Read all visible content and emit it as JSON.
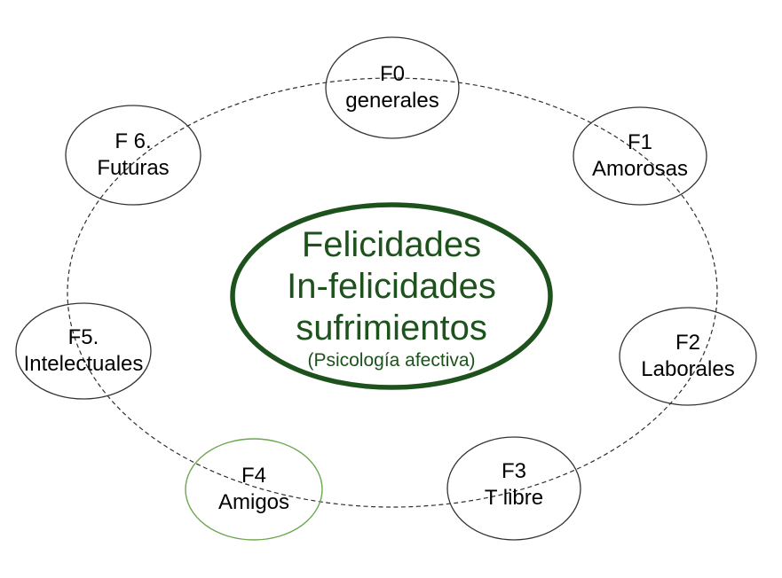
{
  "colors": {
    "dark_green": "#1d521d",
    "light_green": "#6aa84f",
    "line_black": "#2e2e2e",
    "text_black": "#000000"
  },
  "center": {
    "line1": "Felicidades",
    "line2": "In-felicidades",
    "line3": "sufrimientos",
    "subtitle": "(Psicología afectiva)"
  },
  "nodes": [
    {
      "code": "F0",
      "label": "generales"
    },
    {
      "code": "F1",
      "label": "Amorosas"
    },
    {
      "code": "F2",
      "label": "Laborales"
    },
    {
      "code": "F3",
      "label": "T libre"
    },
    {
      "code": "F4",
      "label": "Amigos"
    },
    {
      "code": "F5.",
      "label": "Intelectuales"
    },
    {
      "code": "F 6.",
      "label": "Futuras"
    }
  ]
}
